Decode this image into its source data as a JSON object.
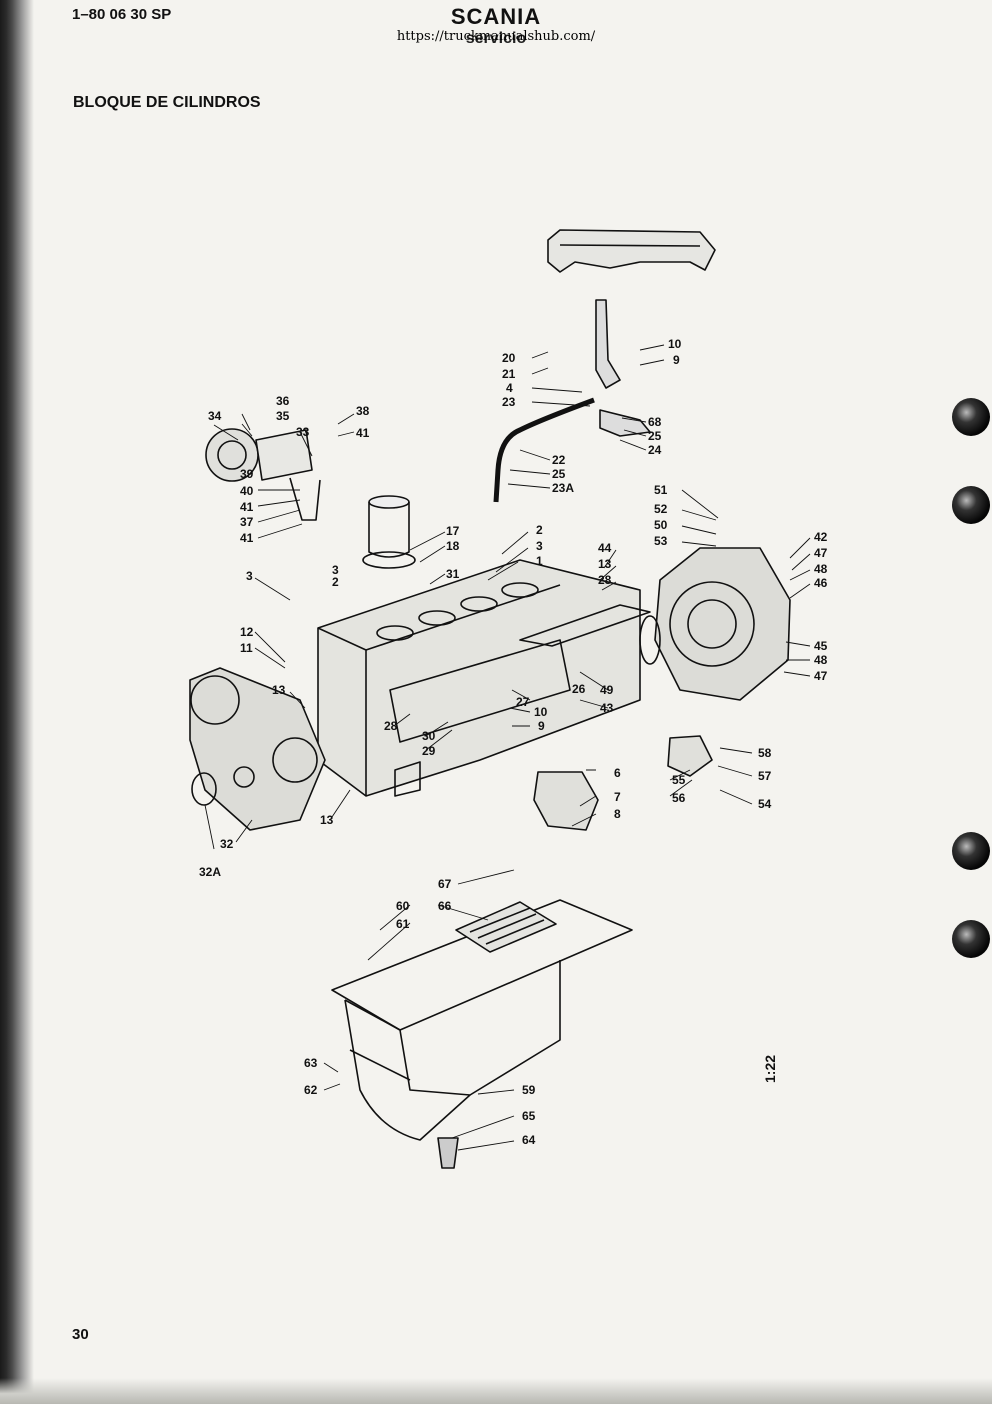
{
  "header": {
    "page_code": "1–80 06 30 SP",
    "brand": "SCANIA",
    "brand_sub": "servicio",
    "source_url": "https://truckmanualshub.com/"
  },
  "section_title": "BLOQUE DE CILINDROS",
  "figure_number": "1:22",
  "page_number": "30",
  "callouts": [
    "1",
    "2",
    "3",
    "4",
    "6",
    "7",
    "8",
    "9",
    "10",
    "11",
    "12",
    "13",
    "17",
    "18",
    "20",
    "21",
    "22",
    "23",
    "23A",
    "24",
    "25",
    "26",
    "27",
    "28",
    "29",
    "30",
    "31",
    "32",
    "32A",
    "33",
    "34",
    "35",
    "36",
    "37",
    "38",
    "39",
    "41",
    "42",
    "43",
    "44",
    "45",
    "46",
    "47",
    "48",
    "49",
    "50",
    "51",
    "52",
    "53",
    "54",
    "55",
    "56",
    "57",
    "58",
    "59",
    "60",
    "61",
    "62",
    "63",
    "64",
    "65",
    "66",
    "67",
    "68"
  ]
}
